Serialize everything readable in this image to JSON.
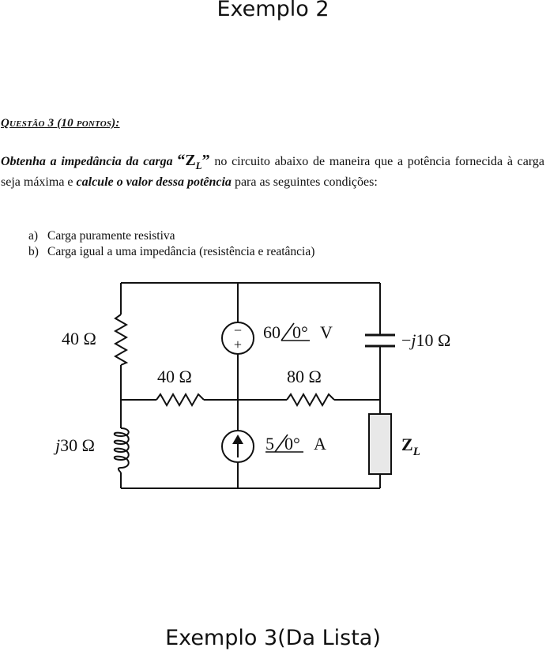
{
  "slide": {
    "title_top": "Exemplo 2",
    "title_bottom": "Exemplo 3(Da Lista)"
  },
  "question": {
    "heading": "Questão 3 (10 pontos):",
    "body_lead": "Obtenha a impedância da carga",
    "body_zl_open": "“Z",
    "body_zl_sub": "L",
    "body_zl_close": "”",
    "body_mid": " no circuito abaixo de maneira que a potência fornecida à carga seja máxima e ",
    "body_emph": "calcule o valor dessa potência",
    "body_tail": " para as seguintes condições:",
    "items": [
      {
        "label": "a)",
        "text": "Carga puramente resistiva"
      },
      {
        "label": "b)",
        "text": "Carga igual a uma impedância (resistência e reatância)"
      }
    ]
  },
  "circuit": {
    "r_left_top": "40 Ω",
    "r_mid_left": "40 Ω",
    "r_mid_right": "80 Ω",
    "inductor": "j30 Ω",
    "capacitor": "−j10 Ω",
    "vsource_mag": "60",
    "vsource_angle": "0°",
    "vsource_unit": "V",
    "isource_mag": "5",
    "isource_angle": "0°",
    "isource_unit": "A",
    "load_main": "Z",
    "load_sub": "L",
    "vsource_minus": "−",
    "vsource_plus": "+"
  }
}
